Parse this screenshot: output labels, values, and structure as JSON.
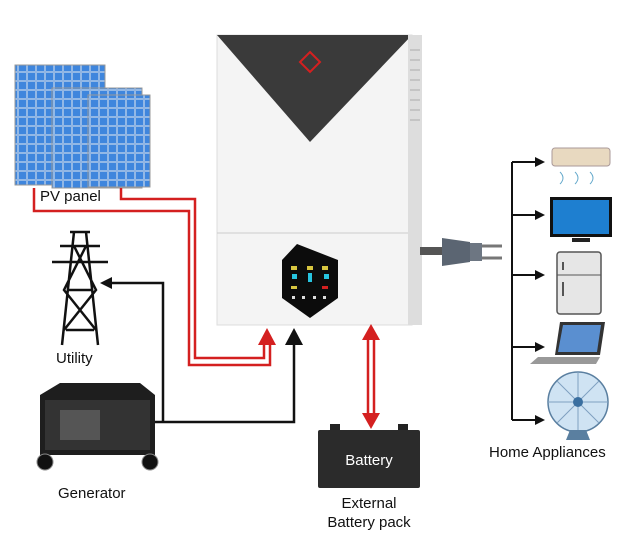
{
  "labels": {
    "pv_panel": "PV panel",
    "utility": "Utility",
    "generator": "Generator",
    "battery": "Battery",
    "external_battery_line1": "External",
    "external_battery_line2": "Battery pack",
    "home_appliances": "Home Appliances"
  },
  "colors": {
    "pv_line": "#d42020",
    "ac_line": "#111111",
    "inverter_top": "#3a3a3a",
    "logo": "#d42020",
    "battery": "#2b2b2b"
  },
  "appliances": [
    "air-conditioner",
    "television",
    "refrigerator",
    "laptop",
    "fan"
  ]
}
